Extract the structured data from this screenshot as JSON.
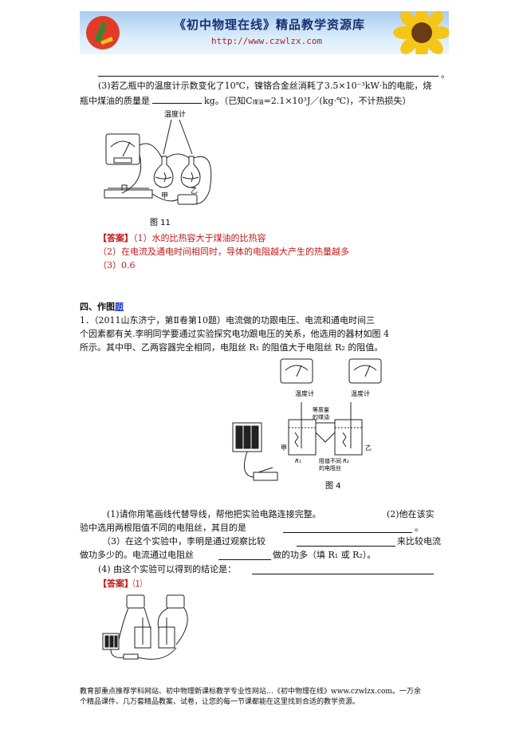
{
  "header": {
    "title": "《初中物理在线》精品教学资源库",
    "url": "http://www.czwlzx.com"
  },
  "q3": {
    "line1": "(3)若乙瓶中的温度计示数变化了10℃，镍铬合金丝消耗了3.5×10⁻³kW·h的电能，烧",
    "line2a": "瓶中煤油的质量是",
    "line2b": "kg。（已知C",
    "sub": "煤油",
    "line2c": "=2.1×10³J／(kg·℃)，不计热损失）"
  },
  "fig11": {
    "thermo": "温度计",
    "jia": "甲",
    "yi": "乙",
    "caption": "图 11"
  },
  "answer1": {
    "tag": "【答案】",
    "a1": "（1）水的比热容大于煤油的比热容",
    "a2": "（2）在电流及通电时间相同时，导体的电阻越大产生的热量越多",
    "a3": "（3）0.6"
  },
  "section": {
    "title": "四、作图",
    "title_link": "题"
  },
  "q1": {
    "line1": "1．（2011山东济宁，第Ⅱ卷第10题）电流做的功跟电压、电流和通电时间三",
    "line2": "个因素都有关.李明同学要通过实验探究电功跟电压的关系，他选用的器材如图 4",
    "line3": "所示。其中甲、乙两容器完全相同，电阻丝 R₁ 的阻值大于电阻丝 R₂ 的阻值。"
  },
  "fig4": {
    "thermo1": "温度计",
    "thermo2": "温度计",
    "kerosene": "等质量\n的煤油",
    "wire": "阻值不同\n的电阻丝",
    "jia": "甲",
    "yi": "乙",
    "r1": "R₁",
    "r2": "R₂",
    "caption": "图 4"
  },
  "sub": {
    "p1a": "(1)请你用笔画线代替导线，帮他把实验电路连接完整。",
    "p1b": "(2)他在该实",
    "p2": "验中选用两根阻值不同的电阻丝，其目的是",
    "p2end": "。",
    "p3a": "（3）在这个实验中，李明是通过观察比较",
    "p3b": "来比较电流",
    "p4a": "做功多少的。电流通过电阻丝",
    "p4b": "做的功多（填 R₁ 或 R₂）。",
    "p5": "(4) 由这个实验可以得到的结论是："
  },
  "answer2": {
    "tag": "【答案】",
    "a": "⑴"
  },
  "footer": {
    "line1": "教育部重点推荐学科网站、初中物理新课标教学专业性网站…《初中物理在线》www.czwlzx.com。一万余",
    "line2": "个精品课件、几万套精品教案、试卷，让您的每一节课都能在这里找到合适的教学资源。"
  }
}
